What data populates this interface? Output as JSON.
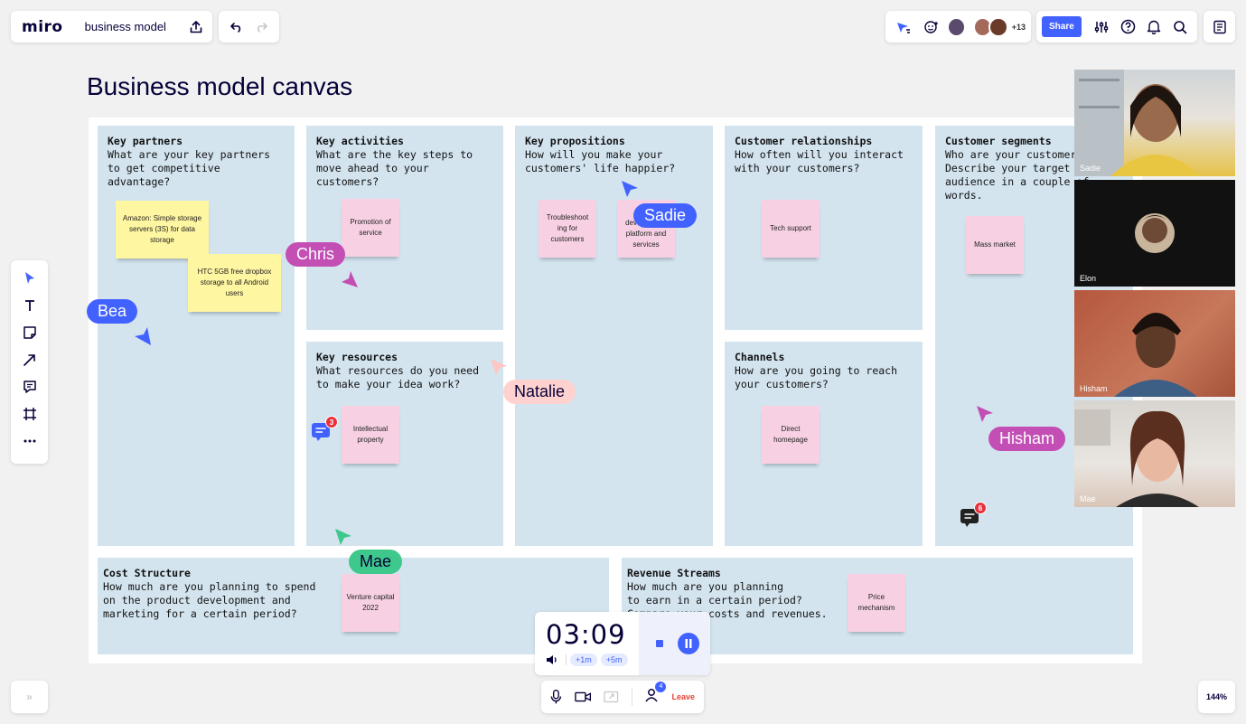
{
  "topbar": {
    "logo": "miro",
    "board_name": "business model",
    "plus_count": "+13",
    "share_label": "Share"
  },
  "board": {
    "title": "Business model canvas",
    "sections": {
      "key_partners": {
        "title": "Key partners",
        "desc": "What are your key partners\nto get competitive\nadvantage?"
      },
      "key_activities": {
        "title": "Key activities",
        "desc": "What are the key steps to\nmove ahead to your\ncustomers?"
      },
      "key_propositions": {
        "title": "Key propositions",
        "desc": "How will you make your\ncustomers' life happier?"
      },
      "customer_relationships": {
        "title": "Customer relationships",
        "desc": "How often will you interact\nwith your customers?"
      },
      "customer_segments": {
        "title": "Customer segments",
        "desc": "Who are your customers?\nDescribe your target\naudience in a couple of\nwords."
      },
      "key_resources": {
        "title": "Key resources",
        "desc": "What resources do you need\nto make your idea work?"
      },
      "channels": {
        "title": "Channels",
        "desc": "How are you going to reach\nyour customers?"
      },
      "cost_structure": {
        "title": "Cost Structure",
        "desc": "How much are you planning to spend\non the product development and\nmarketing for a certain period?"
      },
      "revenue_streams": {
        "title": "Revenue Streams",
        "desc": "How much are you planning\nto earn in a certain period?\nCompare your costs and revenues."
      }
    },
    "stickies": {
      "amazon": "Amazon: Simple storage servers (3S) for data storage",
      "htc": "HTC 5GB free dropbox storage to all Android users",
      "promotion": "Promotion of service",
      "troubleshooting": "Troubleshoot ing for customers",
      "cloud": "Cloud development platform and services",
      "tech_support": "Tech support",
      "mass_market": "Mass market",
      "intellectual": "Intellectual property",
      "direct_homepage": "Direct homepage",
      "venture": "Venture capital 2022",
      "price": "Price mechanism"
    },
    "comment_counts": {
      "resources": "3",
      "segments": "6"
    }
  },
  "cursors": {
    "bea": {
      "name": "Bea",
      "color": "#4262ff"
    },
    "chris": {
      "name": "Chris",
      "color": "#c34fb5"
    },
    "sadie": {
      "name": "Sadie",
      "color": "#4262ff"
    },
    "natalie": {
      "name": "Natalie",
      "color": "#ffc6c2"
    },
    "hisham": {
      "name": "Hisham",
      "color": "#c34fb5"
    },
    "mae": {
      "name": "Mae",
      "color": "#3ec88b"
    }
  },
  "video": {
    "participants": [
      "Sadie",
      "Elon",
      "Hisham",
      "Mae"
    ]
  },
  "timer": {
    "value": "03:09",
    "add1": "+1m",
    "add5": "+5m"
  },
  "callbar": {
    "leave_label": "Leave",
    "participant_count": "4"
  },
  "bottom": {
    "expand": "»",
    "zoom": "144%"
  }
}
